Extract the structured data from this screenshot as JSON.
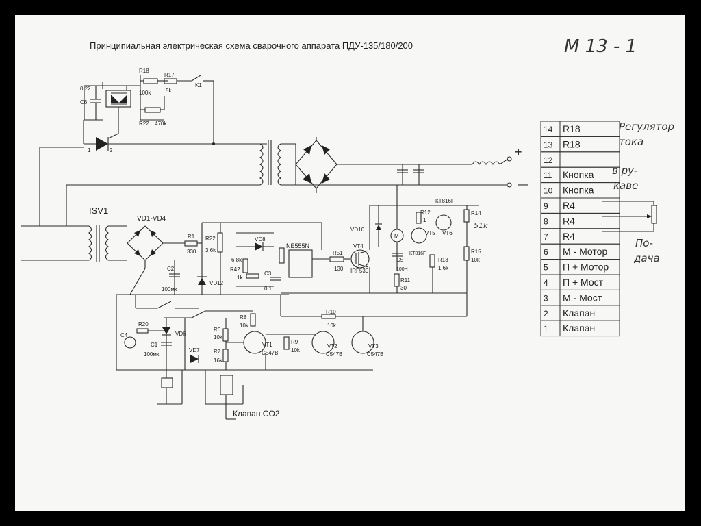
{
  "title": "Принципиальная электрическая схема сварочного аппарата ПДУ-135/180/200",
  "sheet_mark": "М 13 - 1",
  "labels": {
    "c6_val": "0.22",
    "c6": "C6",
    "r18": "R18",
    "r18_val": "100k",
    "r17": "R17",
    "r17_val": "5k",
    "k1": "K1",
    "r22a": "R22",
    "r22a_val": "470k",
    "pin1": "1",
    "pin2": "2",
    "isv1": "ISV1",
    "vd1_vd4": "VD1-VD4",
    "r1": "R1",
    "r1_val": "330",
    "r22b": "R22",
    "r22b_val": "3.6k",
    "vd8": "VD8",
    "r6_8k": "6.8k",
    "r42": "R42",
    "r42_val": "1k",
    "c3": "C3",
    "c3_val": "0.1",
    "ne555": "NE555N",
    "r51": "R51",
    "r51_val": "130",
    "vt4": "VT4",
    "irf530": "IRF530",
    "vd10": "VD10",
    "c5": "C5",
    "c5_val": "100H",
    "r11": "R11",
    "r11_val": "30",
    "kt816_top": "КТ816Г",
    "r12": "R12",
    "r12_val": "1",
    "vt5": "VT5",
    "vt6": "VT6",
    "kt816_mid": "КТ816Г",
    "r13": "R13",
    "r13_val": "1.6k",
    "r14": "R14",
    "r14_hand": "51k",
    "r15": "R15",
    "r15_val": "10k",
    "vd12": "VD12",
    "c2": "C2",
    "c2_val": "100мк",
    "c4": "C4",
    "r20": "R20",
    "vd6": "VD6",
    "c1": "C1",
    "c1_val": "100мк",
    "vd7": "VD7",
    "r6": "R6",
    "r6_val": "10k",
    "r7": "R7",
    "r7_val": "16k",
    "r8": "R8",
    "r8_val": "10k",
    "vt1": "VT1",
    "vt1_type": "C547B",
    "r9": "R9",
    "r9_val": "10k",
    "r10": "R10",
    "r10_val": "10k",
    "vt2": "VT2",
    "vt2_type": "C547B",
    "vt3": "VT3",
    "vt3_type": "C547B",
    "valve_co2": "Клапан CO2",
    "plus": "+",
    "minus": "—"
  },
  "terminal_table": [
    {
      "num": "14",
      "label": "R18"
    },
    {
      "num": "13",
      "label": "R18"
    },
    {
      "num": "12",
      "label": ""
    },
    {
      "num": "11",
      "label": "Кнопка"
    },
    {
      "num": "10",
      "label": "Кнопка"
    },
    {
      "num": "9",
      "label": "R4"
    },
    {
      "num": "8",
      "label": "R4"
    },
    {
      "num": "7",
      "label": "R4"
    },
    {
      "num": "6",
      "label": "М - Мотор"
    },
    {
      "num": "5",
      "label": "П + Мотор"
    },
    {
      "num": "4",
      "label": "П + Мост"
    },
    {
      "num": "3",
      "label": "М - Мост"
    },
    {
      "num": "2",
      "label": "Клапан"
    },
    {
      "num": "1",
      "label": "Клапан"
    }
  ],
  "handwritten": {
    "current_reg_1": "Регулятор",
    "current_reg_2": "тока",
    "button_1": "в ру-",
    "button_2": "каве",
    "feed_1": "По-",
    "feed_2": "дача"
  }
}
